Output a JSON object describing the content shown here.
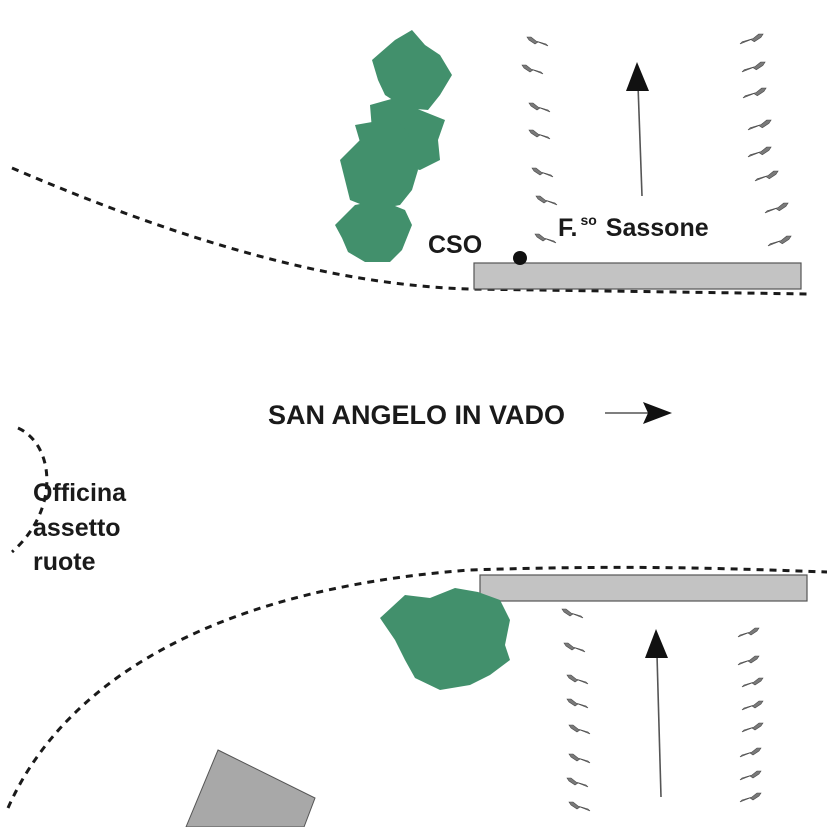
{
  "title": "Site sketch – SAN ANGELO IN VADO",
  "colors": {
    "vegetation": "#42906c",
    "parapet": "#c3c3c3",
    "building": "#a8a8a8",
    "trees": "#7a7a7a",
    "text": "#1a1a1a"
  },
  "labels": {
    "cso": "CSO",
    "river_prefix": "F.",
    "river_superscript": "so",
    "river_name": "Sassone",
    "direction": "SAN ANGELO IN VADO",
    "workshop_line1": "Officina",
    "workshop_line2": "assetto",
    "workshop_line3": "ruote"
  },
  "features": {
    "road_edges": 3,
    "bridge_parapets": 2,
    "flow_arrows": 2,
    "direction_arrow": "right",
    "flow_direction": "up",
    "vegetation_clumps": 2,
    "buildings": 1,
    "cso_point": "black-dot-icon"
  }
}
